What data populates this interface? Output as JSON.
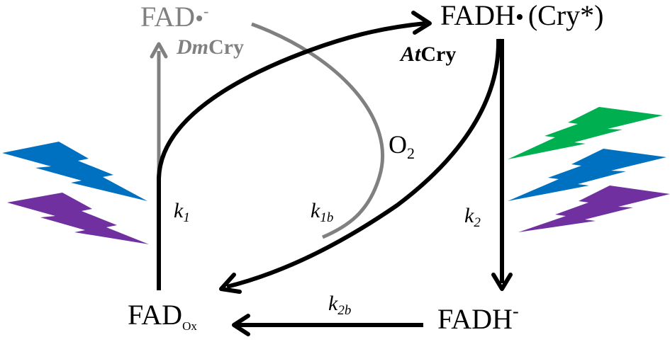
{
  "colors": {
    "black": "#000000",
    "gray": "#808080",
    "blue": "#0070C0",
    "purple": "#7030A0",
    "green": "#00B050"
  },
  "species": {
    "fad_radical_anion": {
      "main": "FAD",
      "radical": "•",
      "charge": "-"
    },
    "fadh_radical": {
      "main": "FADH",
      "radical": "•",
      "extra": "(Cry*)"
    },
    "fad_ox": {
      "main": "FAD",
      "sub": "Ox"
    },
    "fadh_anion": {
      "main": "FADH",
      "charge": "-"
    }
  },
  "enzymes": {
    "dm": {
      "italic": "Dm",
      "rest": "Cry"
    },
    "at": {
      "italic": "At",
      "rest": "Cry"
    }
  },
  "rates": {
    "k1": {
      "k": "k",
      "sub": "1"
    },
    "k1b": {
      "k": "k",
      "sub": "1b"
    },
    "k2": {
      "k": "k",
      "sub": "2"
    },
    "k2b": {
      "k": "k",
      "sub": "2b"
    }
  },
  "oxygen": {
    "main": "O",
    "sub": "2"
  },
  "light": {
    "left": [
      "blue",
      "purple"
    ],
    "right": [
      "green",
      "blue",
      "purple"
    ]
  }
}
